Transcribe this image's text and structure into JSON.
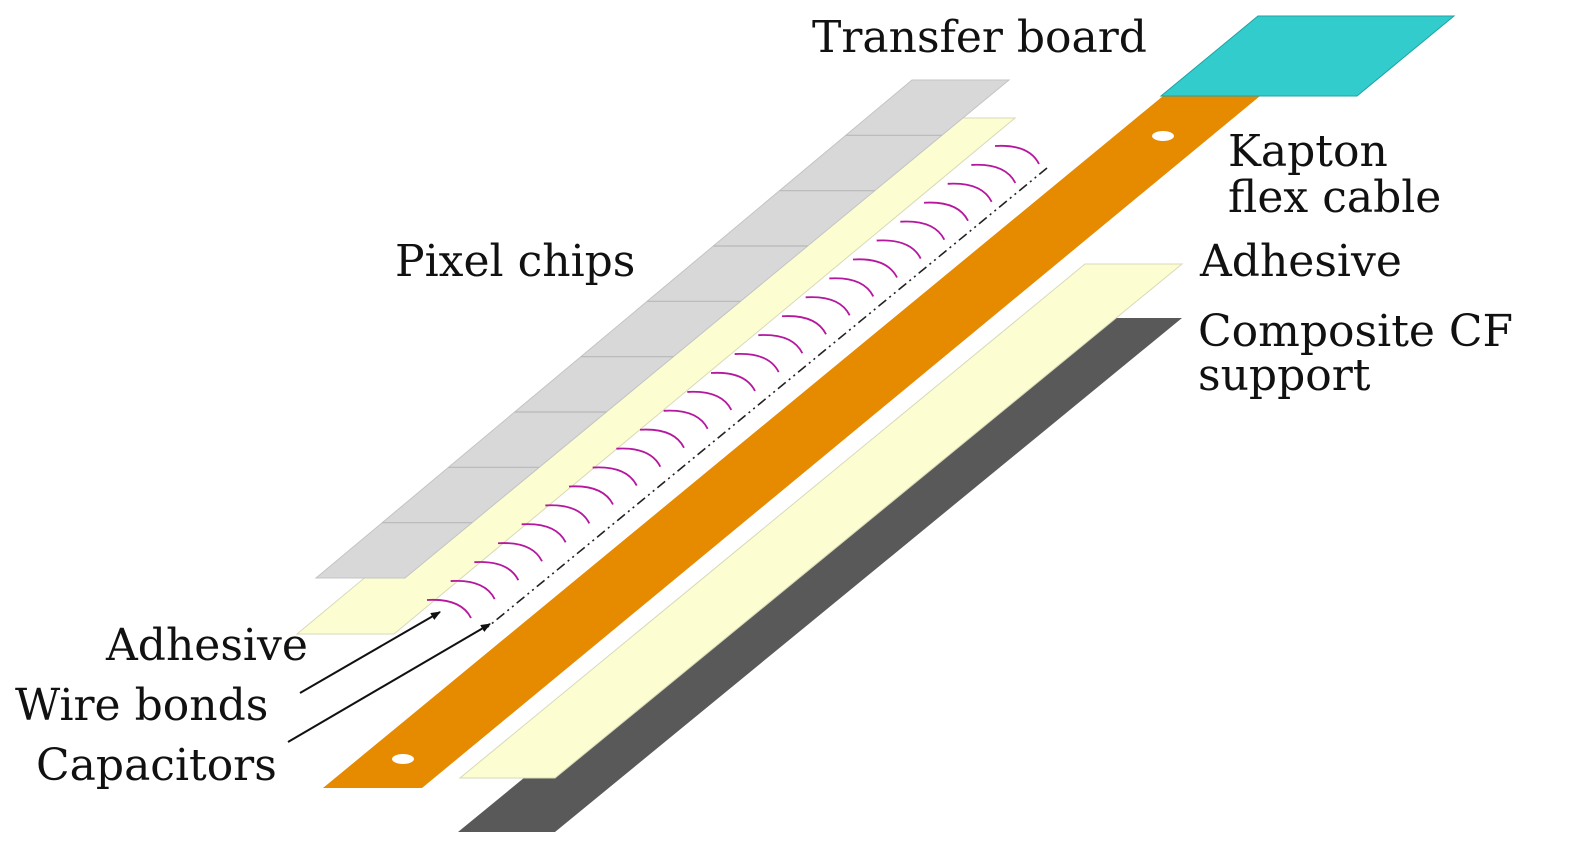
{
  "labels": {
    "transfer_board": "Transfer board",
    "kapton_line1": "Kapton",
    "kapton_line2": "flex cable",
    "pixel_chips": "Pixel chips",
    "adhesive_upper": "Adhesive",
    "adhesive_lower": "Adhesive",
    "wire_bonds": "Wire bonds",
    "capacitors": "Capacitors",
    "composite_line1": "Composite CF",
    "composite_line2": "support"
  },
  "colors": {
    "pixel_chips": "#d8d8d8",
    "adhesive": "#fdfdd2",
    "kapton": "#e68a00",
    "transfer_board": "#33cccc",
    "carbon_fiber": "#595959",
    "wire_bonds": "#b5179e"
  },
  "counts": {
    "pixel_chips": 9,
    "wire_bonds": 25
  }
}
